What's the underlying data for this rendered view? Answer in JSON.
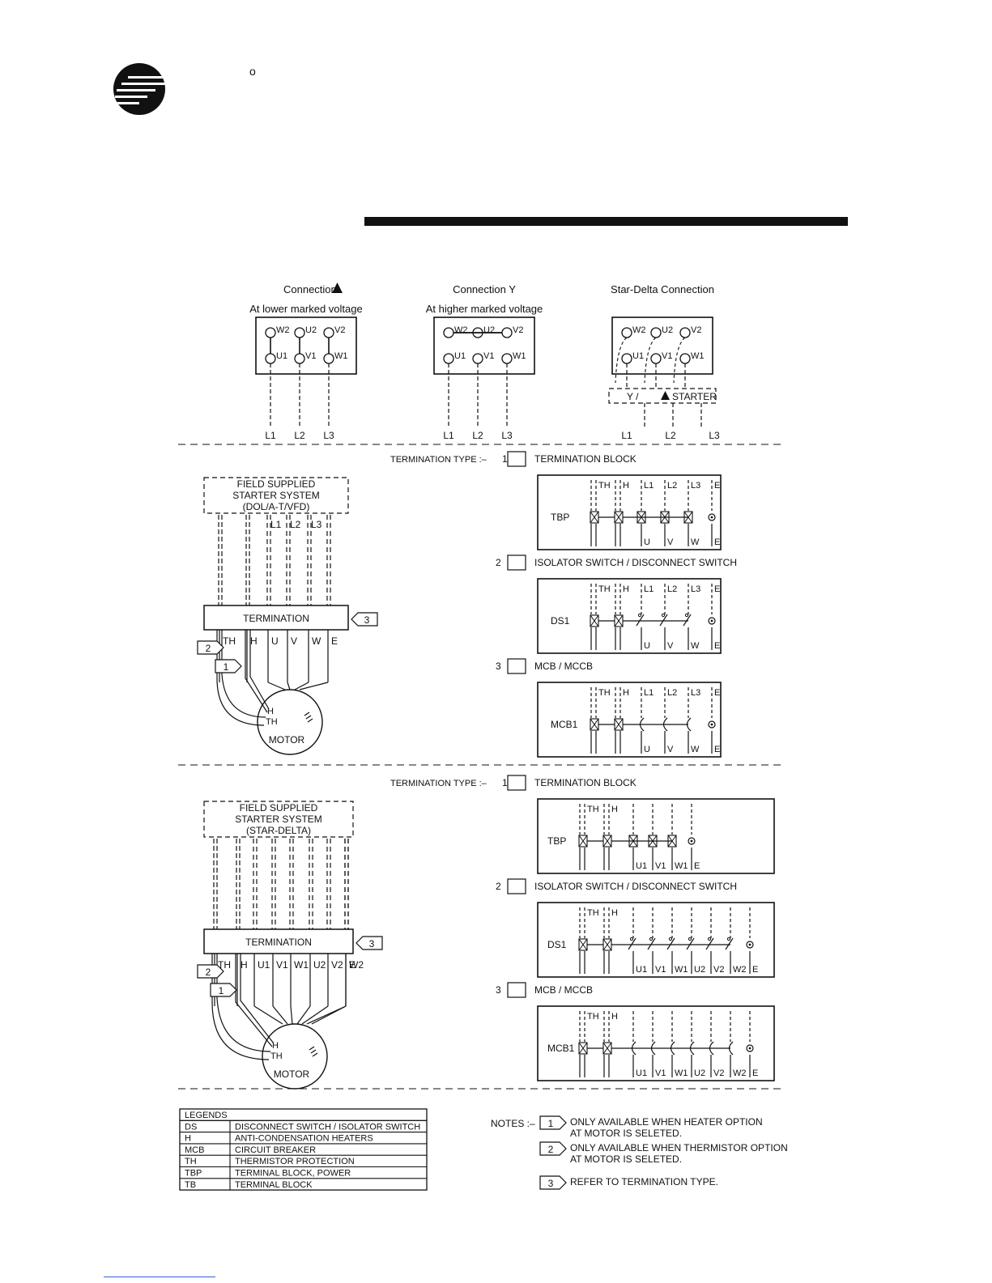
{
  "header": {
    "degree_symbol": "o"
  },
  "connections": [
    {
      "title": "Connection",
      "title_symbol": "▲",
      "subtitle": "At lower marked voltage",
      "terminals_top": [
        "W2",
        "U2",
        "V2"
      ],
      "terminals_bottom": [
        "U1",
        "V1",
        "W1"
      ],
      "lines": [
        "L1",
        "L2",
        "L3"
      ]
    },
    {
      "title": "Connection Y",
      "subtitle": "At higher marked voltage",
      "terminals_top": [
        "W2",
        "U2",
        "V2"
      ],
      "terminals_bottom": [
        "U1",
        "V1",
        "W1"
      ],
      "lines": [
        "L1",
        "L2",
        "L3"
      ]
    },
    {
      "title": "Star-Delta Connection",
      "terminals_top": [
        "W2",
        "U2",
        "V2"
      ],
      "terminals_bottom": [
        "U1",
        "V1",
        "W1"
      ],
      "starter": "Y / ",
      "starter_symbol": "▲",
      "starter_suffix": " STARTER",
      "lines": [
        "L1",
        "L2",
        "L3"
      ]
    }
  ],
  "section1": {
    "starter_box": [
      "FIELD SUPPLIED",
      "STARTER SYSTEM",
      "(DOL/A-T/VFD)"
    ],
    "line_labels": [
      "L1",
      "L2",
      "L3"
    ],
    "termination_label": "TERMINATION",
    "termination_terminals": [
      "TH",
      "H",
      "U",
      "V",
      "W",
      "E"
    ],
    "motor_label": "MOTOR",
    "motor_terminals": [
      "H",
      "TH"
    ],
    "tag_ref": "3",
    "tag_thermistor": "2",
    "tag_heater": "1",
    "termination_type_label": "TERMINATION TYPE :–",
    "types": [
      {
        "num": "1",
        "label": "TERMINATION BLOCK",
        "device": "TBP",
        "top": [
          "TH",
          "H",
          "L1",
          "L2",
          "L3",
          "E"
        ],
        "bottom": [
          "U",
          "V",
          "W",
          "E"
        ]
      },
      {
        "num": "2",
        "label": "ISOLATOR SWITCH / DISCONNECT SWITCH",
        "device": "DS1",
        "top": [
          "TH",
          "H",
          "L1",
          "L2",
          "L3",
          "E"
        ],
        "bottom": [
          "U",
          "V",
          "W",
          "E"
        ]
      },
      {
        "num": "3",
        "label": "MCB / MCCB",
        "device": "MCB1",
        "top": [
          "TH",
          "H",
          "L1",
          "L2",
          "L3",
          "E"
        ],
        "bottom": [
          "U",
          "V",
          "W",
          "E"
        ]
      }
    ]
  },
  "section2": {
    "starter_box": [
      "FIELD SUPPLIED",
      "STARTER SYSTEM",
      "(STAR-DELTA)"
    ],
    "termination_label": "TERMINATION",
    "termination_terminals": [
      "TH",
      "H",
      "U1",
      "V1",
      "W1",
      "U2",
      "V2",
      "W2",
      "E"
    ],
    "motor_label": "MOTOR",
    "motor_terminals": [
      "H",
      "TH"
    ],
    "tag_ref": "3",
    "tag_thermistor": "2",
    "tag_heater": "1",
    "termination_type_label": "TERMINATION TYPE :–",
    "types": [
      {
        "num": "1",
        "label": "TERMINATION BLOCK",
        "device": "TBP",
        "top": [
          "TH",
          "H"
        ],
        "bottom": [
          "U1",
          "V1",
          "W1",
          "E"
        ]
      },
      {
        "num": "2",
        "label": "ISOLATOR SWITCH / DISCONNECT SWITCH",
        "device": "DS1",
        "top": [
          "TH",
          "H"
        ],
        "bottom": [
          "U1",
          "V1",
          "W1",
          "U2",
          "V2",
          "W2",
          "E"
        ]
      },
      {
        "num": "3",
        "label": "MCB / MCCB",
        "device": "MCB1",
        "top": [
          "TH",
          "H"
        ],
        "bottom": [
          "U1",
          "V1",
          "W1",
          "U2",
          "V2",
          "W2",
          "E"
        ]
      }
    ]
  },
  "legends": {
    "title": "LEGENDS",
    "rows": [
      [
        "DS",
        "DISCONNECT SWITCH / ISOLATOR SWITCH"
      ],
      [
        "H",
        "ANTI-CONDENSATION HEATERS"
      ],
      [
        "MCB",
        "CIRCUIT BREAKER"
      ],
      [
        "TH",
        "THERMISTOR PROTECTION"
      ],
      [
        "TBP",
        "TERMINAL BLOCK, POWER"
      ],
      [
        "TB",
        "TERMINAL BLOCK"
      ]
    ]
  },
  "notes": {
    "label": "NOTES :–",
    "items": [
      {
        "num": "1",
        "lines": [
          "ONLY AVAILABLE WHEN HEATER OPTION",
          "AT MOTOR IS SELETED."
        ]
      },
      {
        "num": "2",
        "lines": [
          "ONLY AVAILABLE WHEN THERMISTOR OPTION",
          "AT MOTOR IS SELETED."
        ]
      },
      {
        "num": "3",
        "lines": [
          "REFER TO TERMINATION TYPE."
        ]
      }
    ]
  }
}
